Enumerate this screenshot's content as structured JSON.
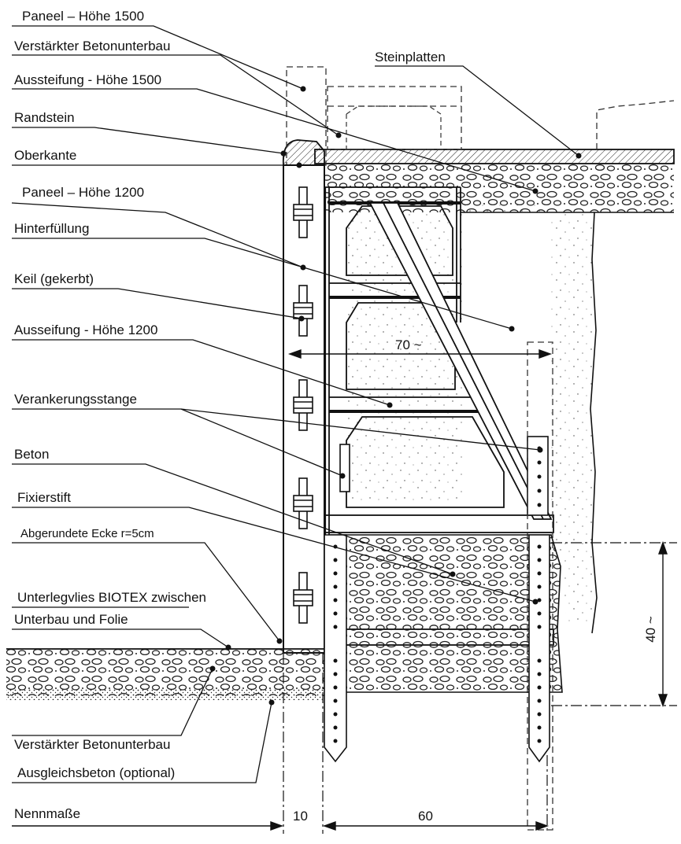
{
  "labels": {
    "panel_1500": "Paneel – Höhe 1500",
    "reinforced_base_top": "Verstärkter Betonunterbau",
    "stiffener_1500": "Aussteifung - Höhe 1500",
    "curb": "Randstein",
    "top_edge": "Oberkante",
    "panel_1200": "Paneel – Höhe 1200",
    "backfill": "Hinterfüllung",
    "wedge": "Keil (gekerbt)",
    "stiffener_1200": "Ausseifung - Höhe 1200",
    "anchor_rod": "Verankerungsstange",
    "concrete": "Beton",
    "fixing_pin": "Fixierstift",
    "rounded_corner": "Abgerundete Ecke r=5cm",
    "underlay_line1": "Unterlegvlies BIOTEX zwischen",
    "underlay_line2": "Unterbau und Folie",
    "reinforced_base_bottom": "Verstärkter Betonunterbau",
    "leveling_concrete": "Ausgleichsbeton (optional)",
    "nominal_dims": "Nennmaße",
    "stone_slabs": "Steinplatten"
  },
  "dimensions": {
    "width_70": "70 ~",
    "height_40": "40 ~",
    "dim_10": "10",
    "dim_60": "60"
  },
  "colors": {
    "ink": "#111111",
    "paper": "#ffffff"
  }
}
